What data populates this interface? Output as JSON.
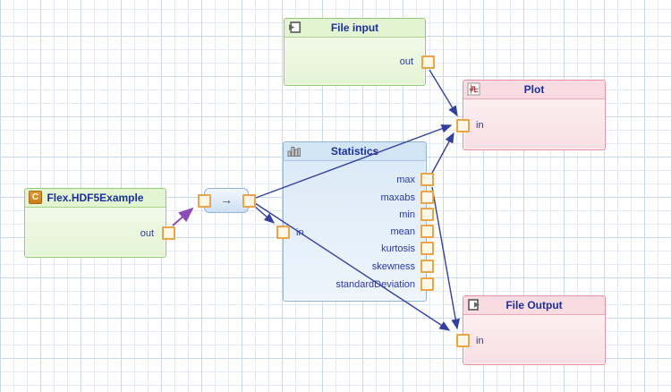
{
  "diagram": {
    "nodes": {
      "file_input": {
        "title": "File input",
        "icon": "file-import-icon",
        "ports": {
          "out": "out"
        }
      },
      "plot": {
        "title": "Plot",
        "icon": "plot-icon",
        "ports": {
          "in": "in"
        }
      },
      "statistics": {
        "title": "Statistics",
        "icon": "bar-chart-icon",
        "ports": {
          "in": "in"
        },
        "outputs": [
          "max",
          "maxabs",
          "min",
          "mean",
          "kurtosis",
          "skewness",
          "standardDeviation"
        ]
      },
      "flex": {
        "title": "Flex.HDF5Example",
        "icon": "class-c-icon",
        "icon_letter": "C",
        "ports": {
          "out": "out"
        }
      },
      "file_output": {
        "title": "File Output",
        "icon": "file-export-icon",
        "ports": {
          "in": "in"
        }
      },
      "relay": {
        "glyph": "→"
      }
    },
    "connections": [
      {
        "from": "flex.out",
        "to": "relay.in",
        "color": "#8d4bb8"
      },
      {
        "from": "relay.out",
        "to": "statistics.in",
        "color": "#333f9e"
      },
      {
        "from": "relay.out",
        "to": "plot.in",
        "color": "#333f9e"
      },
      {
        "from": "relay.out",
        "to": "file_output.in",
        "color": "#333f9e"
      },
      {
        "from": "file_input.out",
        "to": "plot.in",
        "color": "#333f9e"
      },
      {
        "from": "statistics.max",
        "to": "plot.in",
        "color": "#333f9e"
      },
      {
        "from": "statistics.max",
        "to": "file_output.in",
        "color": "#333f9e"
      }
    ],
    "colors": {
      "green_border": "#94c973",
      "pink_border": "#e98f9f",
      "blue_border": "#8fb2d8",
      "title_text": "#1b2f9e",
      "port_border": "#eba447",
      "port_fill": "#fdf7e7",
      "wire": "#333f9e",
      "wire_purple": "#8d4bb8"
    }
  }
}
